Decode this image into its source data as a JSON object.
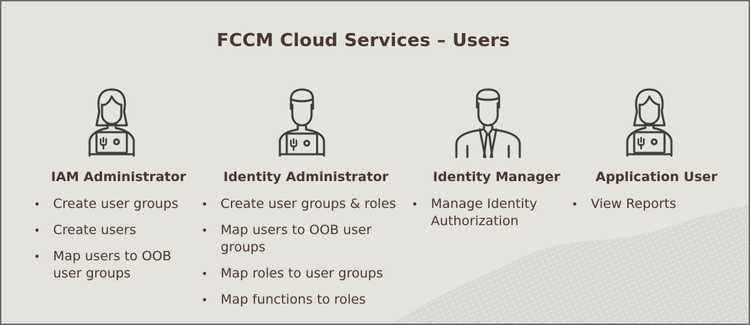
{
  "title": "FCCM Cloud Services – Users",
  "colors": {
    "text": "#4a3630",
    "background": "#e4e3de",
    "icon_stroke": "#3d3d3d"
  },
  "roles": [
    {
      "name": "IAM Administrator",
      "icon": "female-admin-laptop-icon",
      "items": [
        "Create user groups",
        "Create users",
        "Map users to OOB user groups"
      ]
    },
    {
      "name": "Identity Administrator",
      "icon": "male-admin-laptop-icon",
      "items": [
        "Create user groups & roles",
        "Map users to OOB user groups",
        "Map roles to user groups",
        "Map functions to roles"
      ]
    },
    {
      "name": "Identity Manager",
      "icon": "male-manager-suit-icon",
      "items": [
        "Manage Identity Authorization"
      ]
    },
    {
      "name": "Application User",
      "icon": "female-user-laptop-icon",
      "items": [
        "View Reports"
      ]
    }
  ]
}
